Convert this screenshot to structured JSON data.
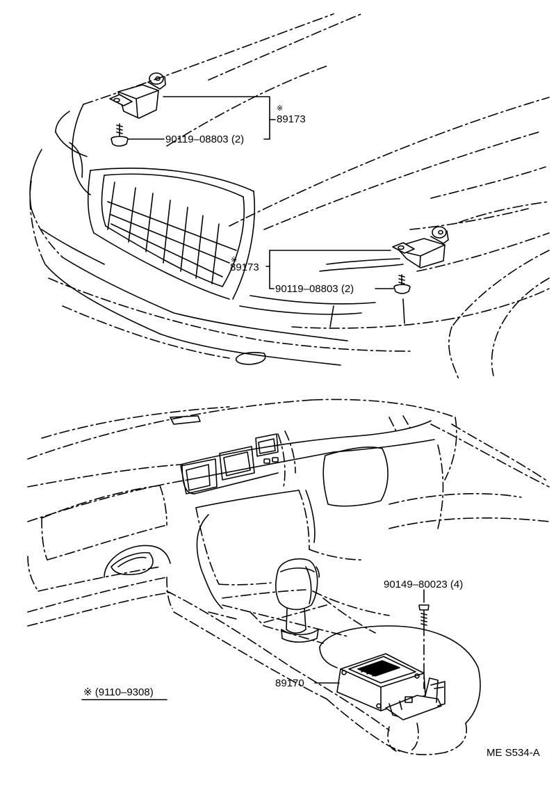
{
  "labels": {
    "mark": "※",
    "upper_sensor_part": "89173",
    "upper_bolt_part": "90119–08803 (2)",
    "lower_sensor_part": "89173",
    "lower_bolt_part": "90119–08803 (2)",
    "center_unit_part": "89170",
    "center_unit_bolt_part": "90149–80023 (4)",
    "note": "※ (9110–9308)",
    "figure_code": "ME S534-A"
  }
}
